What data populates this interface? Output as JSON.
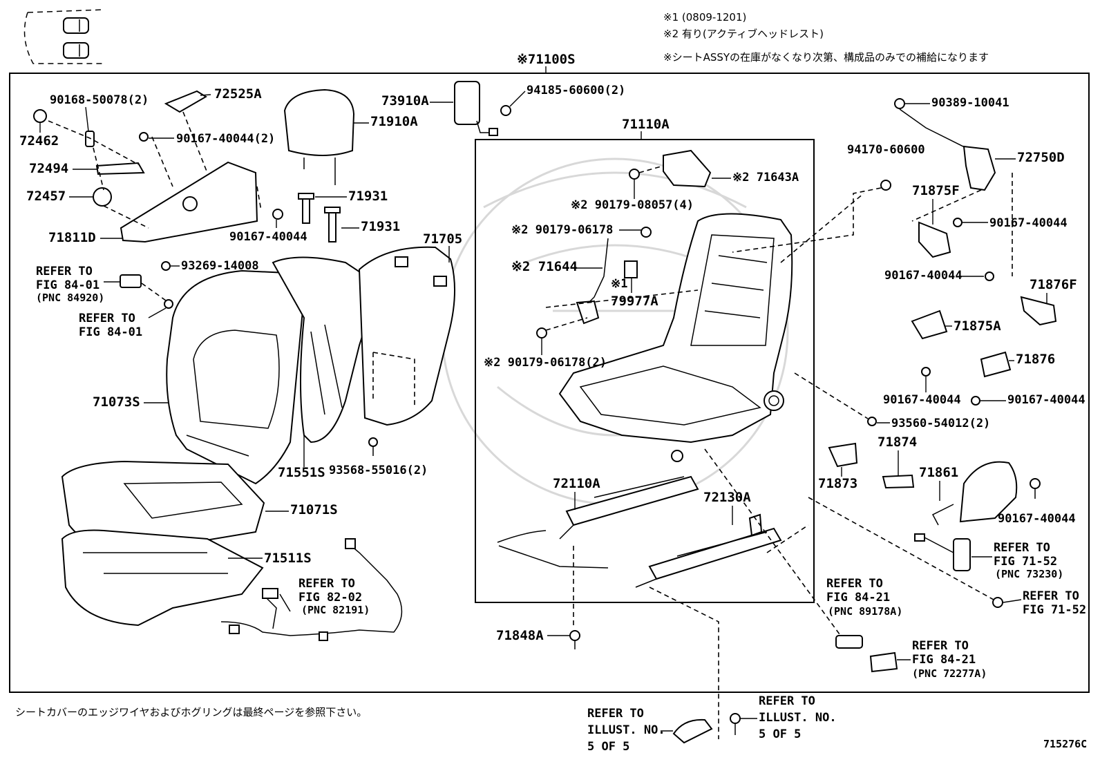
{
  "notes": {
    "note1": "※1 (0809-1201)",
    "note2": "※2 有り(アクティブヘッドレスト)",
    "note3": "※シートASSYの在庫がなくなり次第、構成品のみでの補給になります",
    "footer_jp": "シートカバーのエッジワイヤおよびホグリングは最終ページを参照下さい。",
    "drawing_no": "715276C"
  },
  "assembly": {
    "top": "※71100S",
    "frame": "71110A"
  },
  "parts": {
    "p90168": "90168-50078(2)",
    "p72525A": "72525A",
    "p72462": "72462",
    "p90167_2": "90167-40044(2)",
    "p72494": "72494",
    "p72457": "72457",
    "p71811D": "71811D",
    "p90167_a": "90167-40044",
    "p93269": "93269-14008",
    "p71910A": "71910A",
    "p73910A": "73910A",
    "p94185": "94185-60600(2)",
    "p71931a": "71931",
    "p71931b": "71931",
    "p71705": "71705",
    "p71073S": "71073S",
    "p71551S": "71551S",
    "p93568": "93568-55016(2)",
    "p71071S": "71071S",
    "p71511S": "71511S",
    "p90179_08057": "※2 90179-08057(4)",
    "p71643A": "※2 71643A",
    "p90179_06178": "※2 90179-06178",
    "p71644": "※2 71644",
    "p79977A_mark": "※1",
    "p79977A": "79977A",
    "p90179_06178_2": "※2 90179-06178(2)",
    "p72110A": "72110A",
    "p72130A": "72130A",
    "p71848A": "71848A",
    "p90389": "90389-10041",
    "p94170": "94170-60600",
    "p72750D": "72750D",
    "p71875F": "71875F",
    "p90167_b": "90167-40044",
    "p90167_c": "90167-40044",
    "p71876F": "71876F",
    "p71875A": "71875A",
    "p71876": "71876",
    "p90167_d": "90167-40044",
    "p90167_e": "90167-40044",
    "p93560": "93560-54012(2)",
    "p71874": "71874",
    "p71873": "71873",
    "p71861": "71861",
    "p90167_f": "90167-40044"
  },
  "refs": {
    "r84_01a": [
      "REFER TO",
      "FIG 84-01",
      "(PNC 84920)"
    ],
    "r84_01b": [
      "REFER TO",
      "FIG 84-01"
    ],
    "r82_02": [
      "REFER TO",
      "FIG 82-02",
      "(PNC 82191)"
    ],
    "r71_52a": [
      "REFER TO",
      "FIG 71-52",
      "(PNC 73230)"
    ],
    "r71_52b": [
      "REFER TO",
      "FIG 71-52"
    ],
    "r84_21a": [
      "REFER TO",
      "FIG 84-21",
      "(PNC 89178A)"
    ],
    "r84_21b": [
      "REFER TO",
      "FIG 84-21",
      "(PNC 72277A)"
    ],
    "rill_a": [
      "REFER TO",
      "ILLUST. NO.",
      "5 OF 5"
    ],
    "rill_b": [
      "REFER TO",
      "ILLUST. NO.",
      "5 OF 5"
    ]
  }
}
